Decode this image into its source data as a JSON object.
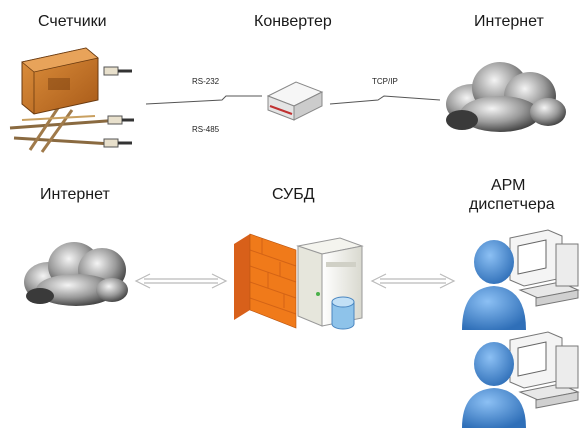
{
  "top": {
    "meters_title": "Счетчики",
    "converter_title": "Конвертер",
    "internet_title": "Интернет",
    "link_rs232": "RS-232",
    "link_rs485": "RS-485",
    "link_tcpip": "TCP/IP"
  },
  "bottom": {
    "internet_title": "Интернет",
    "dbms_title": "СУБД",
    "arm_title_line1": "АРМ",
    "arm_title_line2": "диспетчера"
  },
  "colors": {
    "meter_box": "#c8762a",
    "firewall": "#f07a1a",
    "user": "#4a8fd8",
    "cloud": "#707070",
    "arrow": "#bbbbbb"
  }
}
